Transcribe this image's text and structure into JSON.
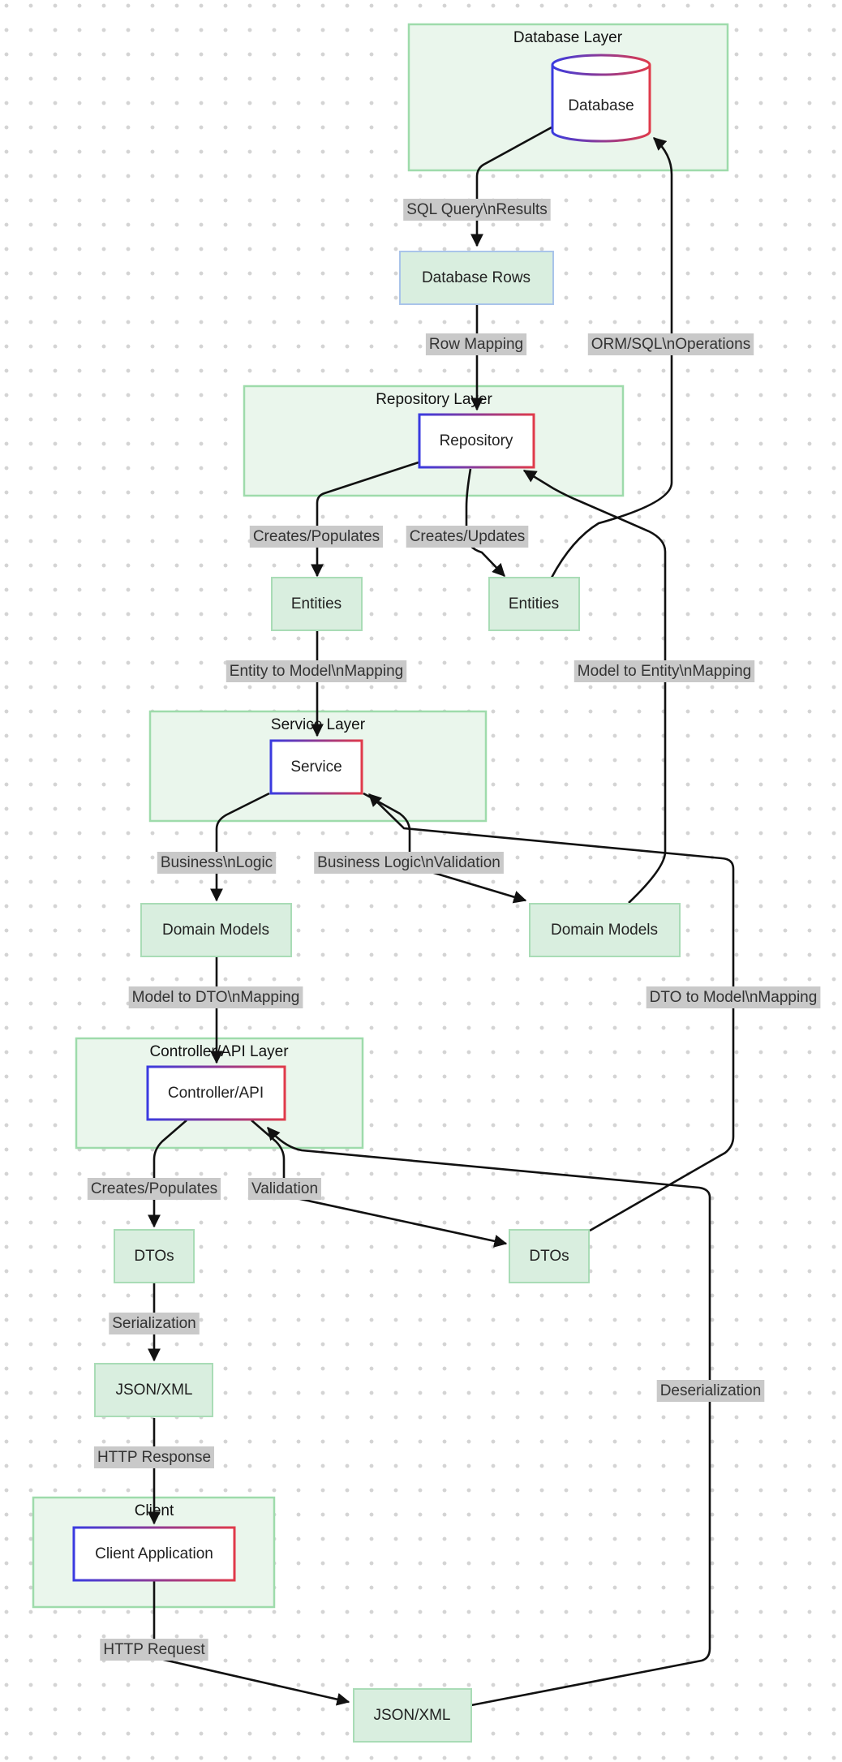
{
  "groups": {
    "database": "Database Layer",
    "repository": "Repository Layer",
    "service": "Service Layer",
    "controller": "Controller/API Layer",
    "client": "Client"
  },
  "components": {
    "database": "Database",
    "repository": "Repository",
    "service": "Service",
    "controller": "Controller/API",
    "client_app": "Client Application"
  },
  "nodes": {
    "db_rows": "Database Rows",
    "entities_left": "Entities",
    "entities_right": "Entities",
    "domain_left": "Domain Models",
    "domain_right": "Domain Models",
    "dtos_left": "DTOs",
    "dtos_right": "DTOs",
    "json_top": "JSON/XML",
    "json_bottom": "JSON/XML"
  },
  "edges": {
    "sql_query": "SQL Query\\nResults",
    "row_mapping": "Row Mapping",
    "orm_sql": "ORM/SQL\\nOperations",
    "creates_populates_1": "Creates/Populates",
    "creates_updates": "Creates/Updates",
    "entity_to_model": "Entity to Model\\nMapping",
    "model_to_entity": "Model to Entity\\nMapping",
    "business_logic": "Business\\nLogic",
    "business_validation": "Business Logic\\nValidation",
    "model_to_dto": "Model to DTO\\nMapping",
    "dto_to_model": "DTO to Model\\nMapping",
    "creates_populates_2": "Creates/Populates",
    "validation": "Validation",
    "serialization": "Serialization",
    "http_response": "HTTP Response",
    "deserialization": "Deserialization",
    "http_request": "HTTP Request"
  },
  "colors": {
    "group_fill": "#eaf6ec",
    "group_stroke": "#9edbab",
    "node_fill": "#d9eedf",
    "gradient_start": "#3a3be0",
    "gradient_end": "#e03a4a",
    "label_bg": "#c9c9c9"
  }
}
